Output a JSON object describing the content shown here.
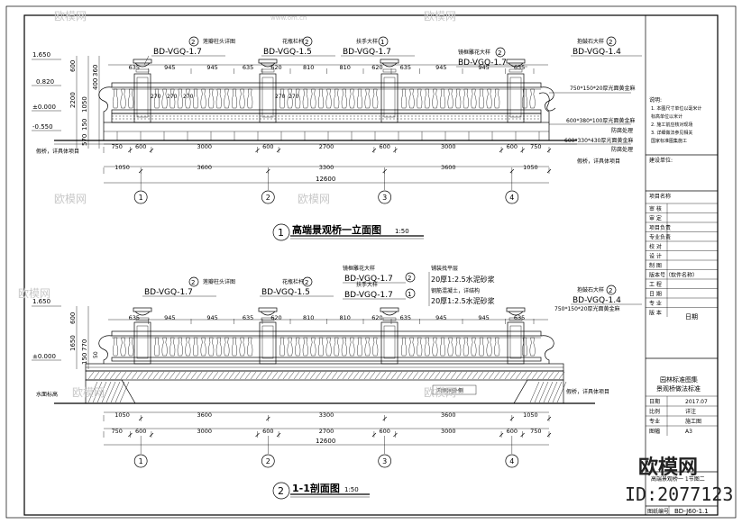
{
  "elevation_title": "高端景观桥一立面图",
  "elevation_scale": "1:50",
  "elevation_number": "1",
  "section_title": "1-1剖面图",
  "section_scale": "1:50",
  "section_number": "2",
  "axis_labels": [
    "1",
    "2",
    "3",
    "4"
  ],
  "elevation": {
    "levels": [
      "1.650",
      "0.820",
      "±0.000",
      "-0.550"
    ],
    "vertical_dims": [
      "600",
      "2200",
      "1050",
      "150",
      "570",
      "360",
      "400"
    ],
    "post_spacing": [
      "635",
      "945",
      "945",
      "635",
      "620",
      "810",
      "810",
      "620",
      "635",
      "945",
      "945",
      "635"
    ],
    "baluster_dims": [
      "270",
      "270",
      "270",
      "270",
      "270"
    ],
    "bottom_dims_1": [
      "750",
      "600",
      "3000",
      "600",
      "2700",
      "600",
      "3000",
      "600",
      "750"
    ],
    "bottom_dims_2": [
      "1050",
      "3600",
      "3300",
      "3600",
      "1050"
    ],
    "total": "12600",
    "callouts": [
      {
        "text": "莲瓣柱头详图",
        "code": "BD-VGQ-1.7",
        "num": "2"
      },
      {
        "text": "花瓶栏杆",
        "code": "BD-VGQ-1.5",
        "num": "2"
      },
      {
        "text": "扶手大样",
        "code": "BD-VGQ-1.7",
        "num": "1"
      },
      {
        "text": "镜框雕花大样",
        "code": "BD-VGQ-1.7",
        "num": "2"
      },
      {
        "text": "抱鼓石大样",
        "code": "BD-VGQ-1.4",
        "num": "2"
      }
    ],
    "notes": [
      "750*150*20厚光面黄金麻",
      "600*380*100厚光面黄金麻",
      "防腐处理",
      "600*330*430厚光面黄金麻",
      "防腐处理"
    ],
    "ground_note": "假桥，详具体项目"
  },
  "section": {
    "levels": [
      "1.650",
      "±0.000"
    ],
    "vertical_dims": [
      "600",
      "1650",
      "770",
      "150",
      "50"
    ],
    "post_spacing": [
      "635",
      "945",
      "945",
      "635",
      "620",
      "810",
      "810",
      "620",
      "635",
      "945",
      "945",
      "635"
    ],
    "bottom_dims_1": [
      "1050",
      "3600",
      "3300",
      "3600",
      "1050"
    ],
    "bottom_dims_2": [
      "750",
      "600",
      "3000",
      "600",
      "2700",
      "600",
      "3000",
      "600",
      "750"
    ],
    "total": "12600",
    "callouts": [
      {
        "text": "莲瓣柱头详图",
        "code": "BD-VGQ-1.7",
        "num": "2"
      },
      {
        "text": "花瓶栏杆",
        "code": "BD-VGQ-1.5",
        "num": "2"
      },
      {
        "text": "镜框雕花大样",
        "code": "BD-VGQ-1.7",
        "num": "2"
      },
      {
        "text": "扶手大样",
        "code": "BD-VGQ-1.7",
        "num": "1"
      },
      {
        "text": "抱鼓石大样",
        "code": "BD-VGQ-1.4",
        "num": "2"
      }
    ],
    "notes": [
      "铺装找平层",
      "20厚1:2.5水泥砂浆",
      "钢筋混凝土，详结构",
      "20厚1:2.5水泥砂浆",
      "750*150*20厚光面黄金麻"
    ],
    "water_note": "水面标高",
    "right_note": "假桥，详具体项目",
    "inner_note": "内侧同外侧"
  },
  "title_block": {
    "notes_header": "说明:",
    "notes": [
      "1. 本图尺寸单位以毫米计",
      "   标高单位以米计",
      "2. 施工前应核对现场",
      "3. 详细做法参见相关",
      "   国家标准图集施工"
    ],
    "construction_label": "建设单位:",
    "project_label": "项目名称",
    "rows": [
      "审 核",
      "审 定",
      "项目负责",
      "专业负责",
      "校 对",
      "设 计",
      "制 图",
      "版本号（软件名称）",
      "工 程",
      "日 期",
      "专 业",
      "版 本"
    ],
    "version_value": "日期",
    "drawing_title_lines": [
      "园林标准图集",
      "景观桥做法标准"
    ],
    "meta": [
      {
        "label": "日期",
        "value": "2017.07"
      },
      {
        "label": "比例",
        "value": "详注"
      },
      {
        "label": "专业",
        "value": "施工图"
      },
      {
        "label": "图幅",
        "value": "A3"
      }
    ],
    "drawing_name": "高端景观桥一 1节图二",
    "drawing_no_label": "图纸编号",
    "drawing_no": "BD-J60-1.1"
  },
  "watermark": {
    "brand": "欧模网",
    "site": "www.om.cn",
    "id": "ID:2077123"
  }
}
